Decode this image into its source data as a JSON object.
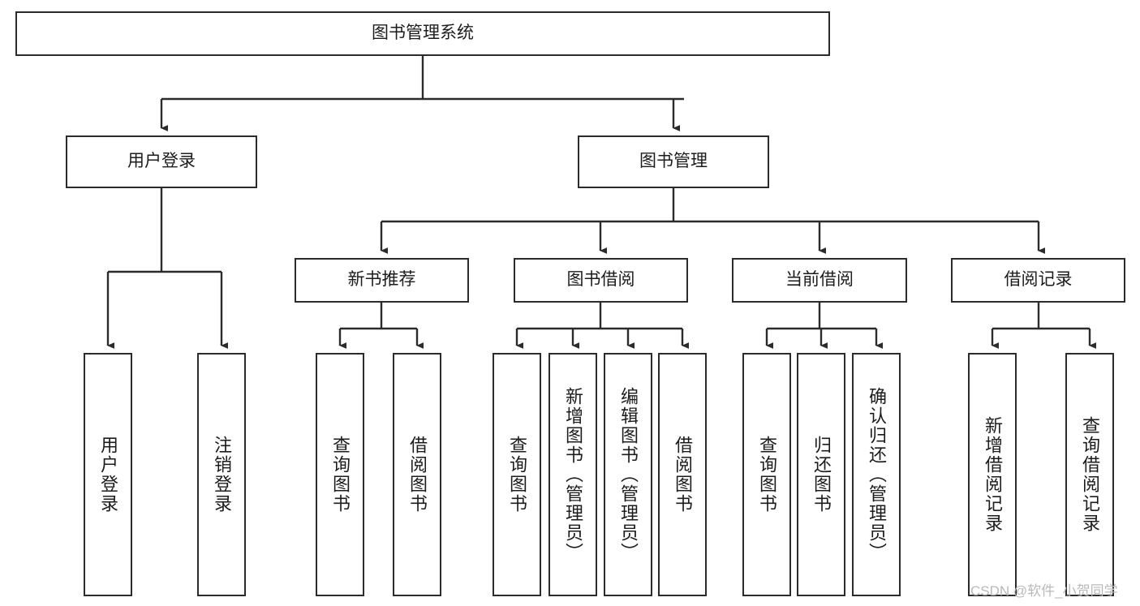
{
  "diagram": {
    "title": "图书管理系统",
    "type": "tree-hierarchy-chart",
    "root": {
      "label": "图书管理系统"
    },
    "level2": [
      {
        "label": "用户登录"
      },
      {
        "label": "图书管理"
      }
    ],
    "level3": [
      {
        "label": "新书推荐"
      },
      {
        "label": "图书借阅"
      },
      {
        "label": "当前借阅"
      },
      {
        "label": "借阅记录"
      }
    ],
    "leaves": {
      "user_login": [
        {
          "label": "用户登录"
        },
        {
          "label": "注销登录"
        }
      ],
      "new_book_recommend": [
        {
          "label": "查询图书"
        },
        {
          "label": "借阅图书"
        }
      ],
      "book_borrow": [
        {
          "label": "查询图书"
        },
        {
          "label": "新增图书（管理员）"
        },
        {
          "label": "编辑图书（管理员）"
        },
        {
          "label": "借阅图书"
        }
      ],
      "current_borrow": [
        {
          "label": "查询图书"
        },
        {
          "label": "归还图书"
        },
        {
          "label": "确认归还（管理员）"
        }
      ],
      "borrow_record": [
        {
          "label": "新增借阅记录"
        },
        {
          "label": "查询借阅记录"
        }
      ]
    }
  },
  "watermark": {
    "text": "CSDN @软件_小贺同学",
    "color": "#b9b9b9"
  },
  "style": {
    "border_color": "#2b2b2b",
    "text_color": "#1c1c1c",
    "background": "#ffffff",
    "connector_color": "#2b2b2b"
  }
}
